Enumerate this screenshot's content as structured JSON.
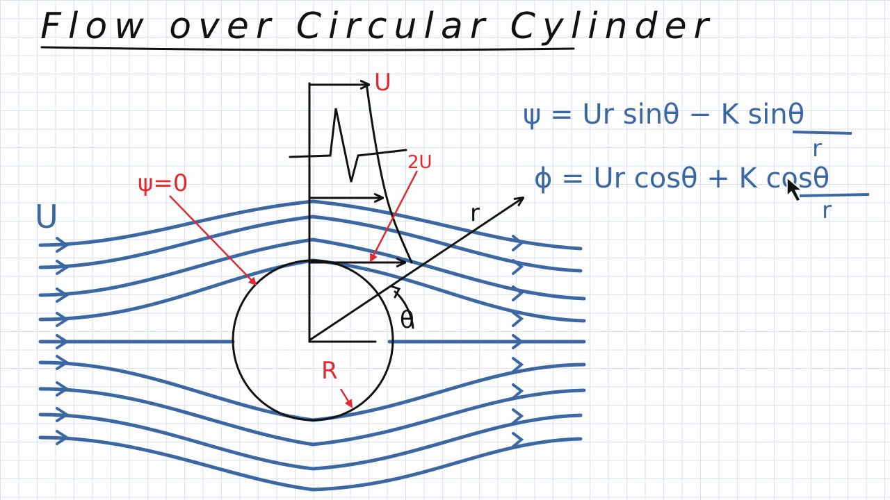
{
  "title": "Flow over Circular Cylinder",
  "labels": {
    "freestream": "U",
    "top_velocity": "U",
    "max_velocity": "2U",
    "psi_zero": "ψ=0",
    "radius": "R",
    "radial": "r",
    "angle": "θ"
  },
  "equations": {
    "psi": {
      "main": "ψ = Ur sinθ − K sinθ",
      "denominator": "r"
    },
    "phi": {
      "main": "ϕ = Ur cosθ + K cosθ",
      "denominator": "r"
    }
  },
  "colors": {
    "streamline": "#3b67a3",
    "annotation": "#e02a2f",
    "ink": "#111111",
    "grid": "#d6e2ee"
  },
  "icons": [
    "mouse-cursor-icon"
  ]
}
